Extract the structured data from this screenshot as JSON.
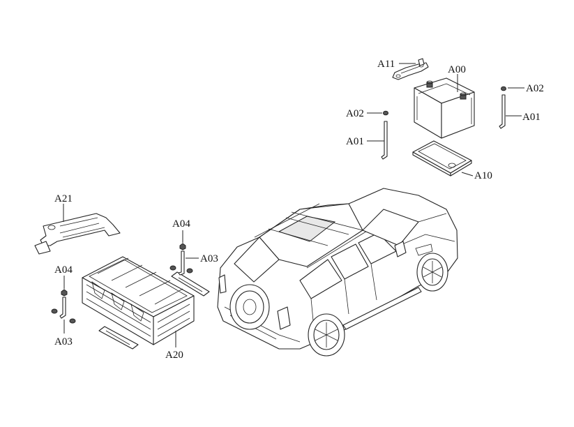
{
  "diagram": {
    "callouts": {
      "a11": "A11",
      "a00": "A00",
      "a02_top_right": "A02",
      "a01_right": "A01",
      "a02_left": "A02",
      "a01_left": "A01",
      "a10": "A10",
      "a21": "A21",
      "a04_mid": "A04",
      "a03_mid": "A03",
      "a04_left": "A04",
      "a03_left": "A03",
      "a20": "A20"
    }
  }
}
